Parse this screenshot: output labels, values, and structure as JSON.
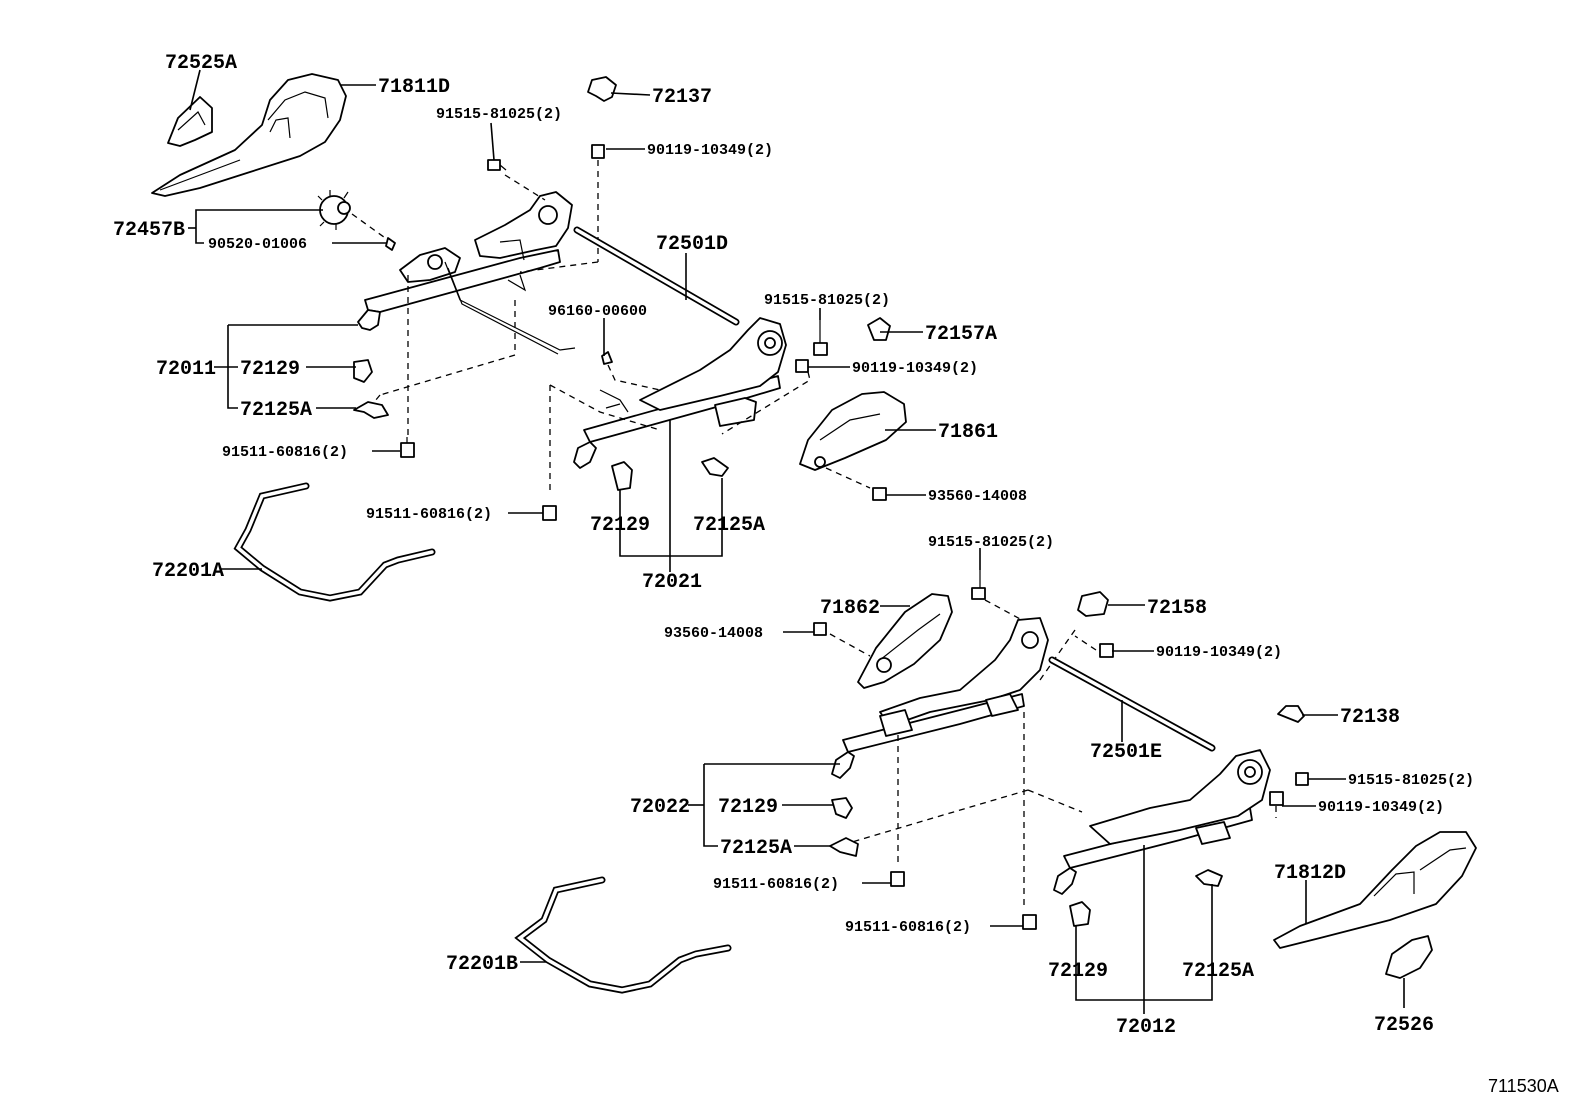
{
  "callouts": {
    "c72525A": "72525A",
    "c71811D": "71811D",
    "c72137": "72137",
    "c91515_a": "91515-81025(2)",
    "c90119_a": "90119-10349(2)",
    "c72457B": "72457B",
    "c90520": "90520-01006",
    "c72501D": "72501D",
    "c91515_b": "91515-81025(2)",
    "c96160": "96160-00600",
    "c72157A": "72157A",
    "c90119_b": "90119-10349(2)",
    "c72011": "72011",
    "c72129_a": "72129",
    "c72125A_a": "72125A",
    "c71861": "71861",
    "c91511_a": "91511-60816(2)",
    "c93560_a": "93560-14008",
    "c91511_b": "91511-60816(2)",
    "c72129_b": "72129",
    "c72125A_b": "72125A",
    "c72201A": "72201A",
    "c72021": "72021",
    "c91515_c": "91515-81025(2)",
    "c71862": "71862",
    "c72158": "72158",
    "c93560_b": "93560-14008",
    "c90119_c": "90119-10349(2)",
    "c72138": "72138",
    "c72501E": "72501E",
    "c91515_d": "91515-81025(2)",
    "c72022": "72022",
    "c72129_c": "72129",
    "c90119_d": "90119-10349(2)",
    "c72125A_c": "72125A",
    "c71812D": "71812D",
    "c91511_c": "91511-60816(2)",
    "c91511_d": "91511-60816(2)",
    "c72201B": "72201B",
    "c72129_d": "72129",
    "c72125A_d": "72125A",
    "c72526": "72526",
    "c72012": "72012"
  },
  "footer": {
    "illustration_id": "711530A"
  }
}
